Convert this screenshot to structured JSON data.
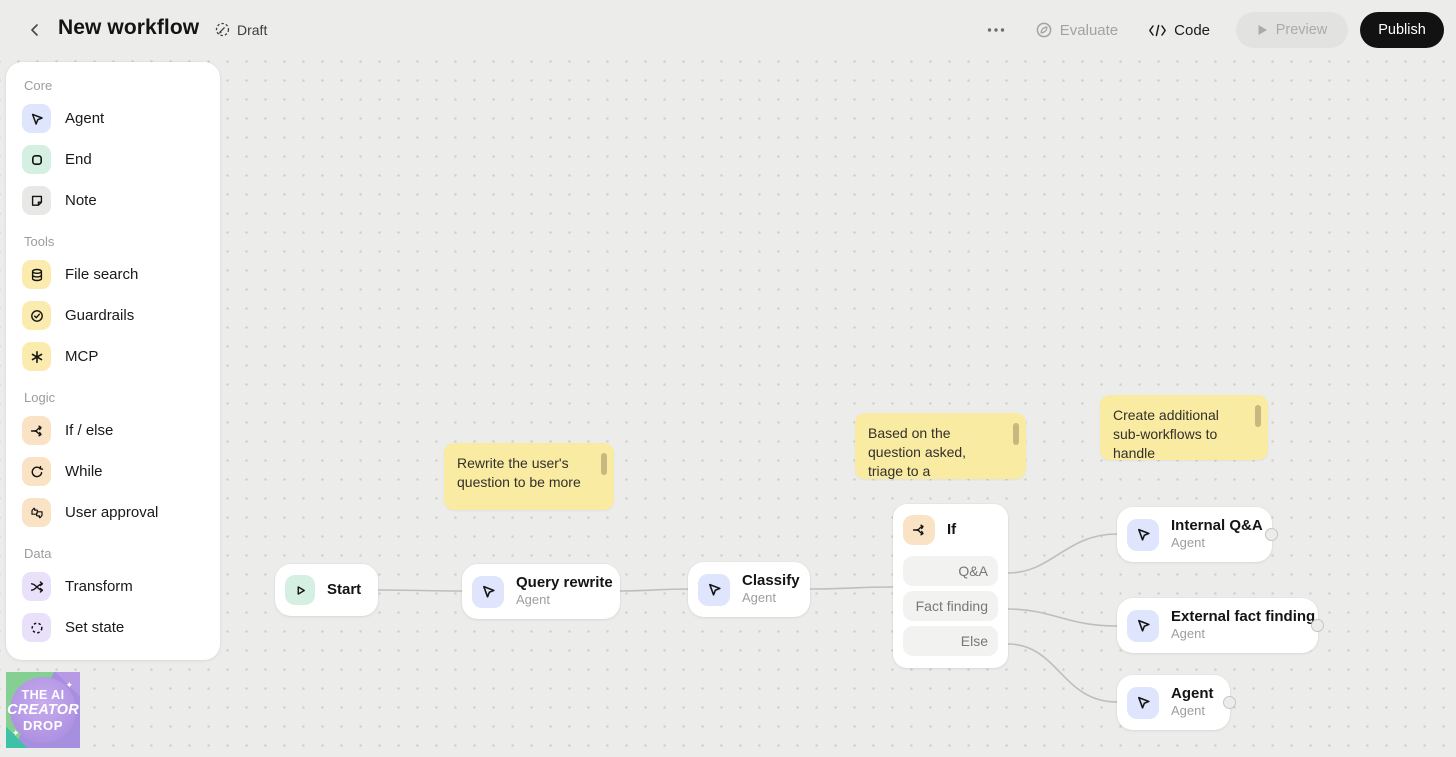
{
  "topbar": {
    "title": "New workflow",
    "status_badge": "Draft",
    "evaluate_label": "Evaluate",
    "code_label": "Code",
    "preview_label": "Preview",
    "publish_label": "Publish"
  },
  "sidebar": {
    "sections": [
      {
        "label": "Core",
        "items": [
          {
            "label": "Agent"
          },
          {
            "label": "End"
          },
          {
            "label": "Note"
          }
        ]
      },
      {
        "label": "Tools",
        "items": [
          {
            "label": "File search"
          },
          {
            "label": "Guardrails"
          },
          {
            "label": "MCP"
          }
        ]
      },
      {
        "label": "Logic",
        "items": [
          {
            "label": "If / else"
          },
          {
            "label": "While"
          },
          {
            "label": "User approval"
          }
        ]
      },
      {
        "label": "Data",
        "items": [
          {
            "label": "Transform"
          },
          {
            "label": "Set state"
          }
        ]
      }
    ]
  },
  "canvas": {
    "nodes": {
      "start": {
        "label": "Start"
      },
      "query_rewrite": {
        "title": "Query rewrite",
        "subtitle": "Agent"
      },
      "classify": {
        "title": "Classify",
        "subtitle": "Agent"
      },
      "if": {
        "title": "If",
        "branches": [
          "Q&A",
          "Fact finding",
          "Else"
        ]
      },
      "internal_qa": {
        "title": "Internal Q&A",
        "subtitle": "Agent"
      },
      "external_fact_finding": {
        "title": "External fact finding",
        "subtitle": "Agent"
      },
      "agent": {
        "title": "Agent",
        "subtitle": "Agent"
      }
    },
    "notes": [
      {
        "text": "Rewrite the user's question to be more"
      },
      {
        "text": "Based on the question asked, triage to a"
      },
      {
        "text": "Create additional sub-workflows to handle"
      }
    ]
  },
  "watermark": {
    "line1": "THE AI",
    "line2": "CREATOR",
    "line3": "DROP"
  },
  "colors": {
    "background": "#ECECEB",
    "agent_icon_bg": "#DEE5FC",
    "start_icon_bg": "#D6EFE3",
    "note_icon_bg": "#E8E8E7",
    "tools_icon_bg": "#FBEBAE",
    "logic_icon_bg": "#FAE3C5",
    "data_icon_bg": "#E9E1FA",
    "sticky_bg": "#FAEBA3",
    "publish_bg": "#121212",
    "connector": "#BEBEBD"
  }
}
